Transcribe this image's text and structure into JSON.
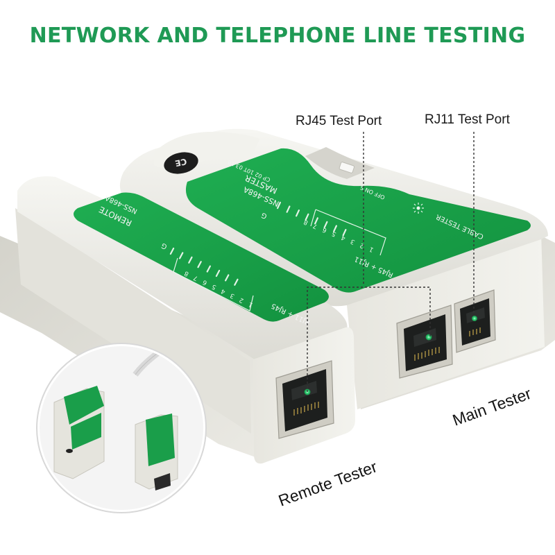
{
  "headline": "NETWORK AND TELEPHONE LINE TESTING",
  "callouts": {
    "rj45_port": "RJ45 Test Port",
    "rj11_port": "RJ11 Test Port",
    "remote_tester": "Remote Tester",
    "main_tester": "Main Tester"
  },
  "remote_unit": {
    "title": "REMOTE",
    "model": "NSS-468A",
    "ground_label": "G",
    "pins": [
      "8",
      "7",
      "6",
      "5",
      "4",
      "3",
      "2",
      "1"
    ],
    "port_label": "RJ11 + RJ45"
  },
  "master_unit": {
    "title": "MASTER",
    "model": "NSS-468A",
    "ground_label": "G",
    "pins": [
      "8",
      "7",
      "6",
      "5",
      "4",
      "3",
      "2",
      "1"
    ],
    "port_label": "RJ45 + RJ11",
    "switch_label": "OFF ON S",
    "serial": "CP 02 10T 03 18",
    "product_name": "CABLE TESTER",
    "ce_mark": "CE"
  },
  "colors": {
    "headline_green": "#1f9a55",
    "panel_green": "#17a24a",
    "housing": "#ecebe6",
    "port_led": "#2fcf74"
  },
  "icons": [
    "ce-mark-icon",
    "led-icon",
    "rj45-port-icon",
    "rj11-port-icon"
  ]
}
